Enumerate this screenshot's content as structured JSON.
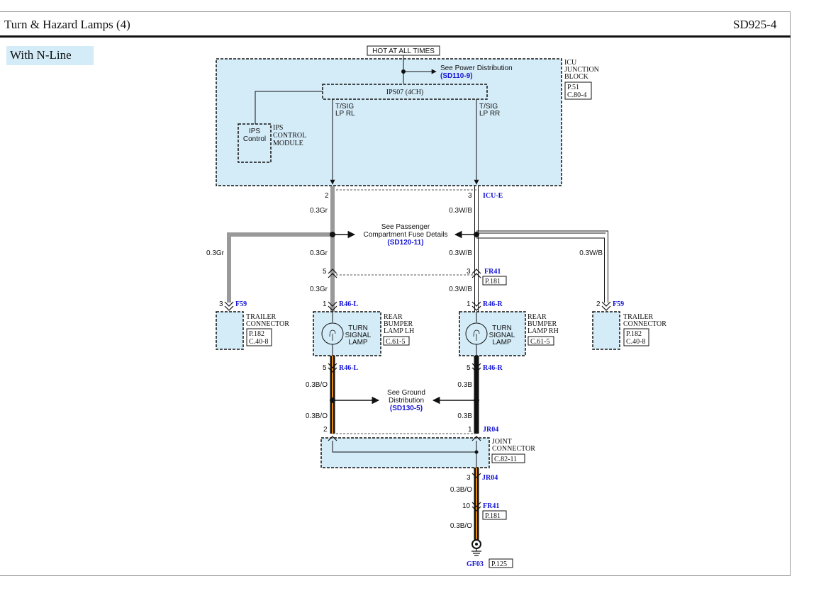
{
  "header": {
    "title": "Turn & Hazard Lamps (4)",
    "code": "SD925-4"
  },
  "variant": "With N-Line",
  "power": {
    "hot_label": "HOT AT ALL TIMES",
    "see_text": "See Power Distribution",
    "see_ref": "(SD110-9)"
  },
  "icu_block": {
    "name_lines": [
      "ICU",
      "JUNCTION",
      "BLOCK"
    ],
    "refs": [
      "P.51",
      "C.80-4"
    ],
    "ips_bar": "IPS07 (4CH)",
    "out_left": [
      "T/SIG",
      "LP RL"
    ],
    "out_right": [
      "T/SIG",
      "LP RR"
    ],
    "module_box": [
      "IPS",
      "Control"
    ],
    "module_name": [
      "IPS",
      "CONTROL",
      "MODULE"
    ],
    "connector": "ICU-E",
    "pin_left": "2",
    "pin_right": "3"
  },
  "fuse_note": {
    "lines": [
      "See Passenger",
      "Compartment Fuse Details"
    ],
    "ref": "(SD120-11)"
  },
  "wires": {
    "gray": "0.3Gr",
    "white_blue": "0.3W/B",
    "black_orange": "0.3B/O",
    "black": "0.3B"
  },
  "fr41_top": {
    "name": "FR41",
    "pin_left": "5",
    "pin_right": "3",
    "ref": "P.181"
  },
  "lamp_lh": {
    "connector": "R46-L",
    "pin_in": "1",
    "pin_out": "5",
    "text": [
      "TURN",
      "SIGNAL",
      "LAMP"
    ],
    "name": [
      "REAR",
      "BUMPER",
      "LAMP LH"
    ],
    "ref": "C.61-5"
  },
  "lamp_rh": {
    "connector": "R46-R",
    "pin_in": "1",
    "pin_out": "5",
    "text": [
      "TURN",
      "SIGNAL",
      "LAMP"
    ],
    "name": [
      "REAR",
      "BUMPER",
      "LAMP RH"
    ],
    "ref": "C.61-5"
  },
  "trailer_left": {
    "connector": "F59",
    "pin": "3",
    "name": [
      "TRAILER",
      "CONNECTOR"
    ],
    "refs": [
      "P.182",
      "C.40-8"
    ]
  },
  "trailer_right": {
    "connector": "F59",
    "pin": "2",
    "name": [
      "TRAILER",
      "CONNECTOR"
    ],
    "refs": [
      "P.182",
      "C.40-8"
    ]
  },
  "ground_note": {
    "lines": [
      "See Ground",
      "Distribution"
    ],
    "ref": "(SD130-5)"
  },
  "joint": {
    "connector": "JR04",
    "pin_left": "2",
    "pin_right": "1",
    "pin_out": "3",
    "name": [
      "JOINT",
      "CONNECTOR"
    ],
    "ref": "C.82-11"
  },
  "fr41_bottom": {
    "name": "FR41",
    "pin": "10",
    "ref": "P.181"
  },
  "ground": {
    "name": "GF03",
    "ref": "P.125"
  },
  "colors": {
    "block_fill": "#d4ecf8",
    "link_blue": "#1515d6",
    "wire_gray": "#999999",
    "wire_orange": "#e88a0c",
    "wire_black": "#111111"
  }
}
